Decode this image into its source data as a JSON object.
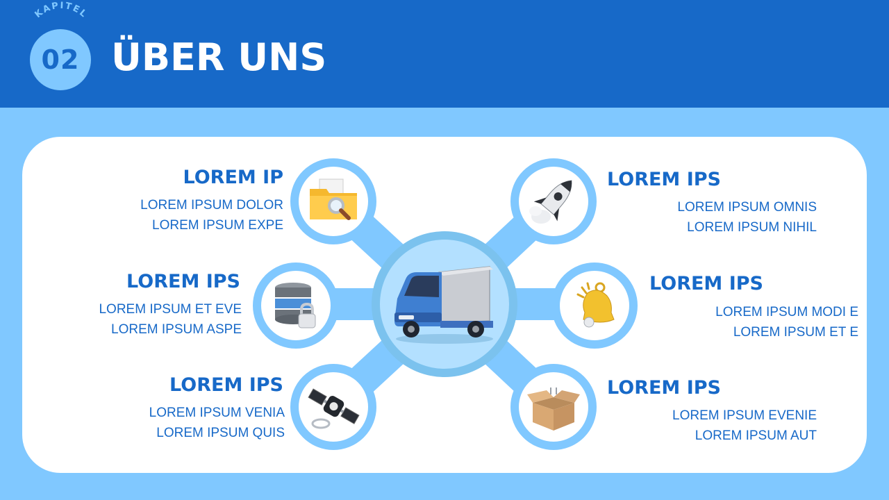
{
  "header": {
    "chapter_label": "KAPITEL",
    "chapter_number": "02",
    "title": "ÜBER UNS"
  },
  "colors": {
    "header_bg": "#1769c8",
    "page_bg": "#80c8ff",
    "card_bg": "#ffffff",
    "text": "#1769c8"
  },
  "hub": {
    "icon": "delivery-truck-icon"
  },
  "items": [
    {
      "icon": "folder-search-icon",
      "title": "LOREM IP",
      "line1": "LOREM IPSUM DOLOR",
      "line2": "LOREM IPSUM EXPE"
    },
    {
      "icon": "database-lock-icon",
      "title": "LOREM IPS",
      "line1": "LOREM IPSUM ET EVE",
      "line2": "LOREM IPSUM ASPE"
    },
    {
      "icon": "satellite-icon",
      "title": "LOREM IPS",
      "line1": "LOREM IPSUM VENIA",
      "line2": "LOREM IPSUM QUIS"
    },
    {
      "icon": "rocket-icon",
      "title": "LOREM IPS",
      "line1": "LOREM IPSUM OMNIS",
      "line2": "LOREM IPSUM NIHIL"
    },
    {
      "icon": "bell-icon",
      "title": "LOREM IPS",
      "line1": "LOREM IPSUM MODI E",
      "line2": "LOREM IPSUM ET E"
    },
    {
      "icon": "open-box-icon",
      "title": "LOREM IPS",
      "line1": "LOREM IPSUM EVENIE",
      "line2": "LOREM IPSUM AUT"
    }
  ]
}
